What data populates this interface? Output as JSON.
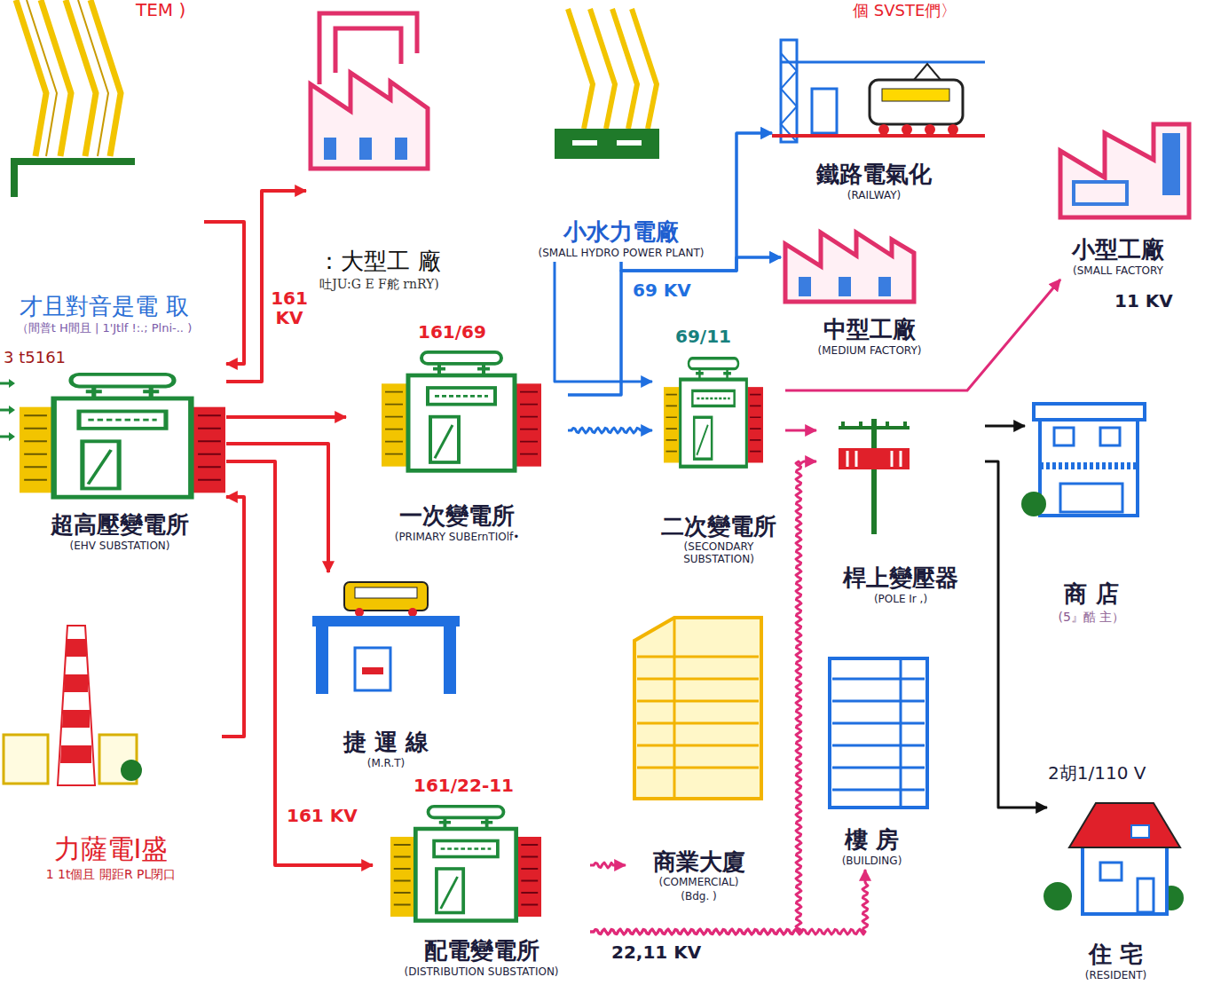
{
  "diagram": {
    "nodes": [
      {
        "text": [
          "才且對音是電 取",
          "（間普t H間且 | 1'Jtlf !:.; Plni-.. )"
        ]
      },
      {
        "text": [
          "：大型工 廠",
          "吐JU:G E F舵 rnRY)"
        ]
      },
      {
        "text": [
          "小水力電廠",
          "(SMALL HYDRO POWER PLANT)"
        ]
      },
      {
        "text": [
          "鐵路電氣化",
          "(RAILWAY)"
        ]
      },
      {
        "text": [
          "小型工廠",
          "(SMALL FACTORY"
        ]
      },
      {
        "text": [
          "中型工廠",
          "(MEDIUM FACTORY)"
        ]
      },
      {
        "text": [
          "超高壓變電所",
          "(EHV SUBSTATION)"
        ]
      },
      {
        "text": [
          "一次變電所",
          "(PRIMARY SUBErnTIOlf•"
        ]
      },
      {
        "text": [
          "二次變電所",
          "(SECONDARY SUBSTATION)"
        ]
      },
      {
        "text": [
          "桿上變壓器",
          "(POLE Ir ,)"
        ]
      },
      {
        "text": [
          "商 店",
          "(5』酷 主）"
        ]
      },
      {
        "text": [
          "捷 運 線",
          "(M.R.T)"
        ]
      },
      {
        "text": [
          "商業大廈",
          "(COMMERCIAL)",
          "(Bdg. )"
        ]
      },
      {
        "text": [
          "樓 房",
          "(BUILDING)"
        ]
      },
      {
        "text": [
          "力薩電I盛",
          "1 1t個且 開距R PL閉口"
        ]
      },
      {
        "text": [
          "配電變電所",
          "(DISTRIBUTION SUBSTATION)"
        ]
      },
      {
        "text": [
          "住 宅",
          "(RESIDENT)"
        ]
      }
    ],
    "edges": [
      {
        "from": 0,
        "to": 6,
        "arrow": "to"
      },
      {
        "from": 14,
        "to": 6,
        "arrow": "to"
      },
      {
        "from": 6,
        "to": 1,
        "arrow": "to"
      },
      {
        "from": 6,
        "to": 7,
        "arrow": "to"
      },
      {
        "from": 6,
        "to": 11,
        "arrow": "to"
      },
      {
        "from": 6,
        "to": 15,
        "arrow": "to"
      },
      {
        "from": 2,
        "to": 8,
        "arrow": "to"
      },
      {
        "from": 2,
        "to": 3,
        "arrow": "to"
      },
      {
        "from": 2,
        "to": 5,
        "arrow": "to"
      },
      {
        "from": 7,
        "to": 8,
        "arrow": "to"
      },
      {
        "from": 7,
        "to": 3,
        "arrow": "to"
      },
      {
        "from": 7,
        "to": 5,
        "arrow": "to"
      },
      {
        "from": 8,
        "to": 4,
        "arrow": "to"
      },
      {
        "from": 8,
        "to": 9,
        "arrow": "to"
      },
      {
        "from": 9,
        "to": 10,
        "arrow": "to"
      },
      {
        "from": 9,
        "to": 16,
        "arrow": "to"
      },
      {
        "from": 15,
        "to": 12,
        "arrow": "to"
      },
      {
        "from": 15,
        "to": 13,
        "arrow": "to"
      },
      {
        "from": 15,
        "to": 9,
        "arrow": "to"
      }
    ],
    "labels": [
      "TEM )",
      "個 SVSTE們〉",
      "3 t5161",
      "161 KV",
      "161/69",
      "69 KV",
      "69/11",
      "11 KV",
      "161/22-11",
      "161 KV",
      "22,11 KV",
      "2胡1/110 V"
    ]
  }
}
